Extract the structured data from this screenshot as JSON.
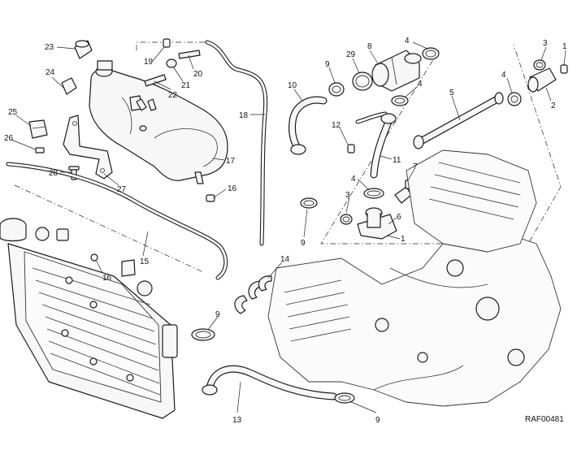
{
  "diagram_ref": "RAF00481",
  "callouts": [
    {
      "label": "23"
    },
    {
      "label": "19"
    },
    {
      "label": "20"
    },
    {
      "label": "21"
    },
    {
      "label": "22"
    },
    {
      "label": "24"
    },
    {
      "label": "25"
    },
    {
      "label": "26"
    },
    {
      "label": "28"
    },
    {
      "label": "27"
    },
    {
      "label": "17"
    },
    {
      "label": "18"
    },
    {
      "label": "16"
    },
    {
      "label": "15"
    },
    {
      "label": "16"
    },
    {
      "label": "9"
    },
    {
      "label": "29"
    },
    {
      "label": "8"
    },
    {
      "label": "4"
    },
    {
      "label": "10"
    },
    {
      "label": "4"
    },
    {
      "label": "5"
    },
    {
      "label": "3"
    },
    {
      "label": "1"
    },
    {
      "label": "4"
    },
    {
      "label": "2"
    },
    {
      "label": "12"
    },
    {
      "label": "11"
    },
    {
      "label": "7"
    },
    {
      "label": "4"
    },
    {
      "label": "3"
    },
    {
      "label": "6"
    },
    {
      "label": "1"
    },
    {
      "label": "9"
    },
    {
      "label": "14"
    },
    {
      "label": "9"
    },
    {
      "label": "13"
    },
    {
      "label": "9"
    }
  ]
}
